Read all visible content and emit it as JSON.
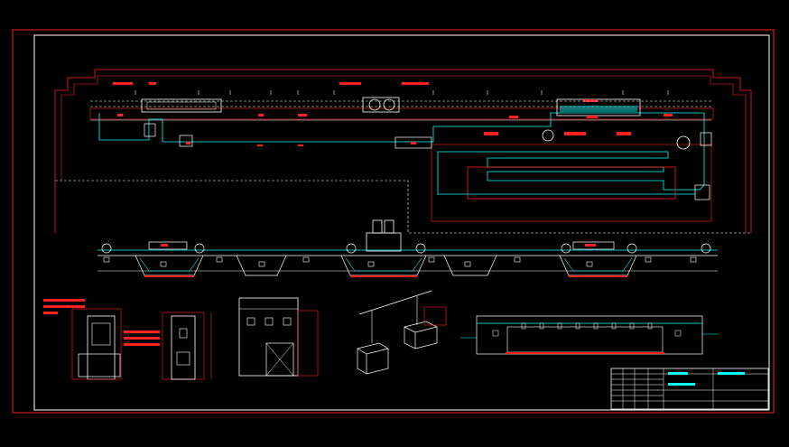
{
  "drawing": {
    "title_block": {
      "name_cell": "",
      "drawing_name": "",
      "code_cell": ""
    },
    "captions": [
      {
        "id": "caption-1",
        "text": ""
      },
      {
        "id": "caption-2",
        "text": ""
      },
      {
        "id": "caption-3",
        "text": ""
      },
      {
        "id": "caption-4",
        "text": ""
      }
    ],
    "plan_labels": {
      "top_left": "",
      "top_mid": "",
      "top_right": ""
    },
    "colors": {
      "border": "#ff0000",
      "line": "#ffffff",
      "conveyor": "#00ffff",
      "dashed": "#ffffff",
      "accent": "#ff0000",
      "title_cyan": "#00ffff"
    }
  }
}
